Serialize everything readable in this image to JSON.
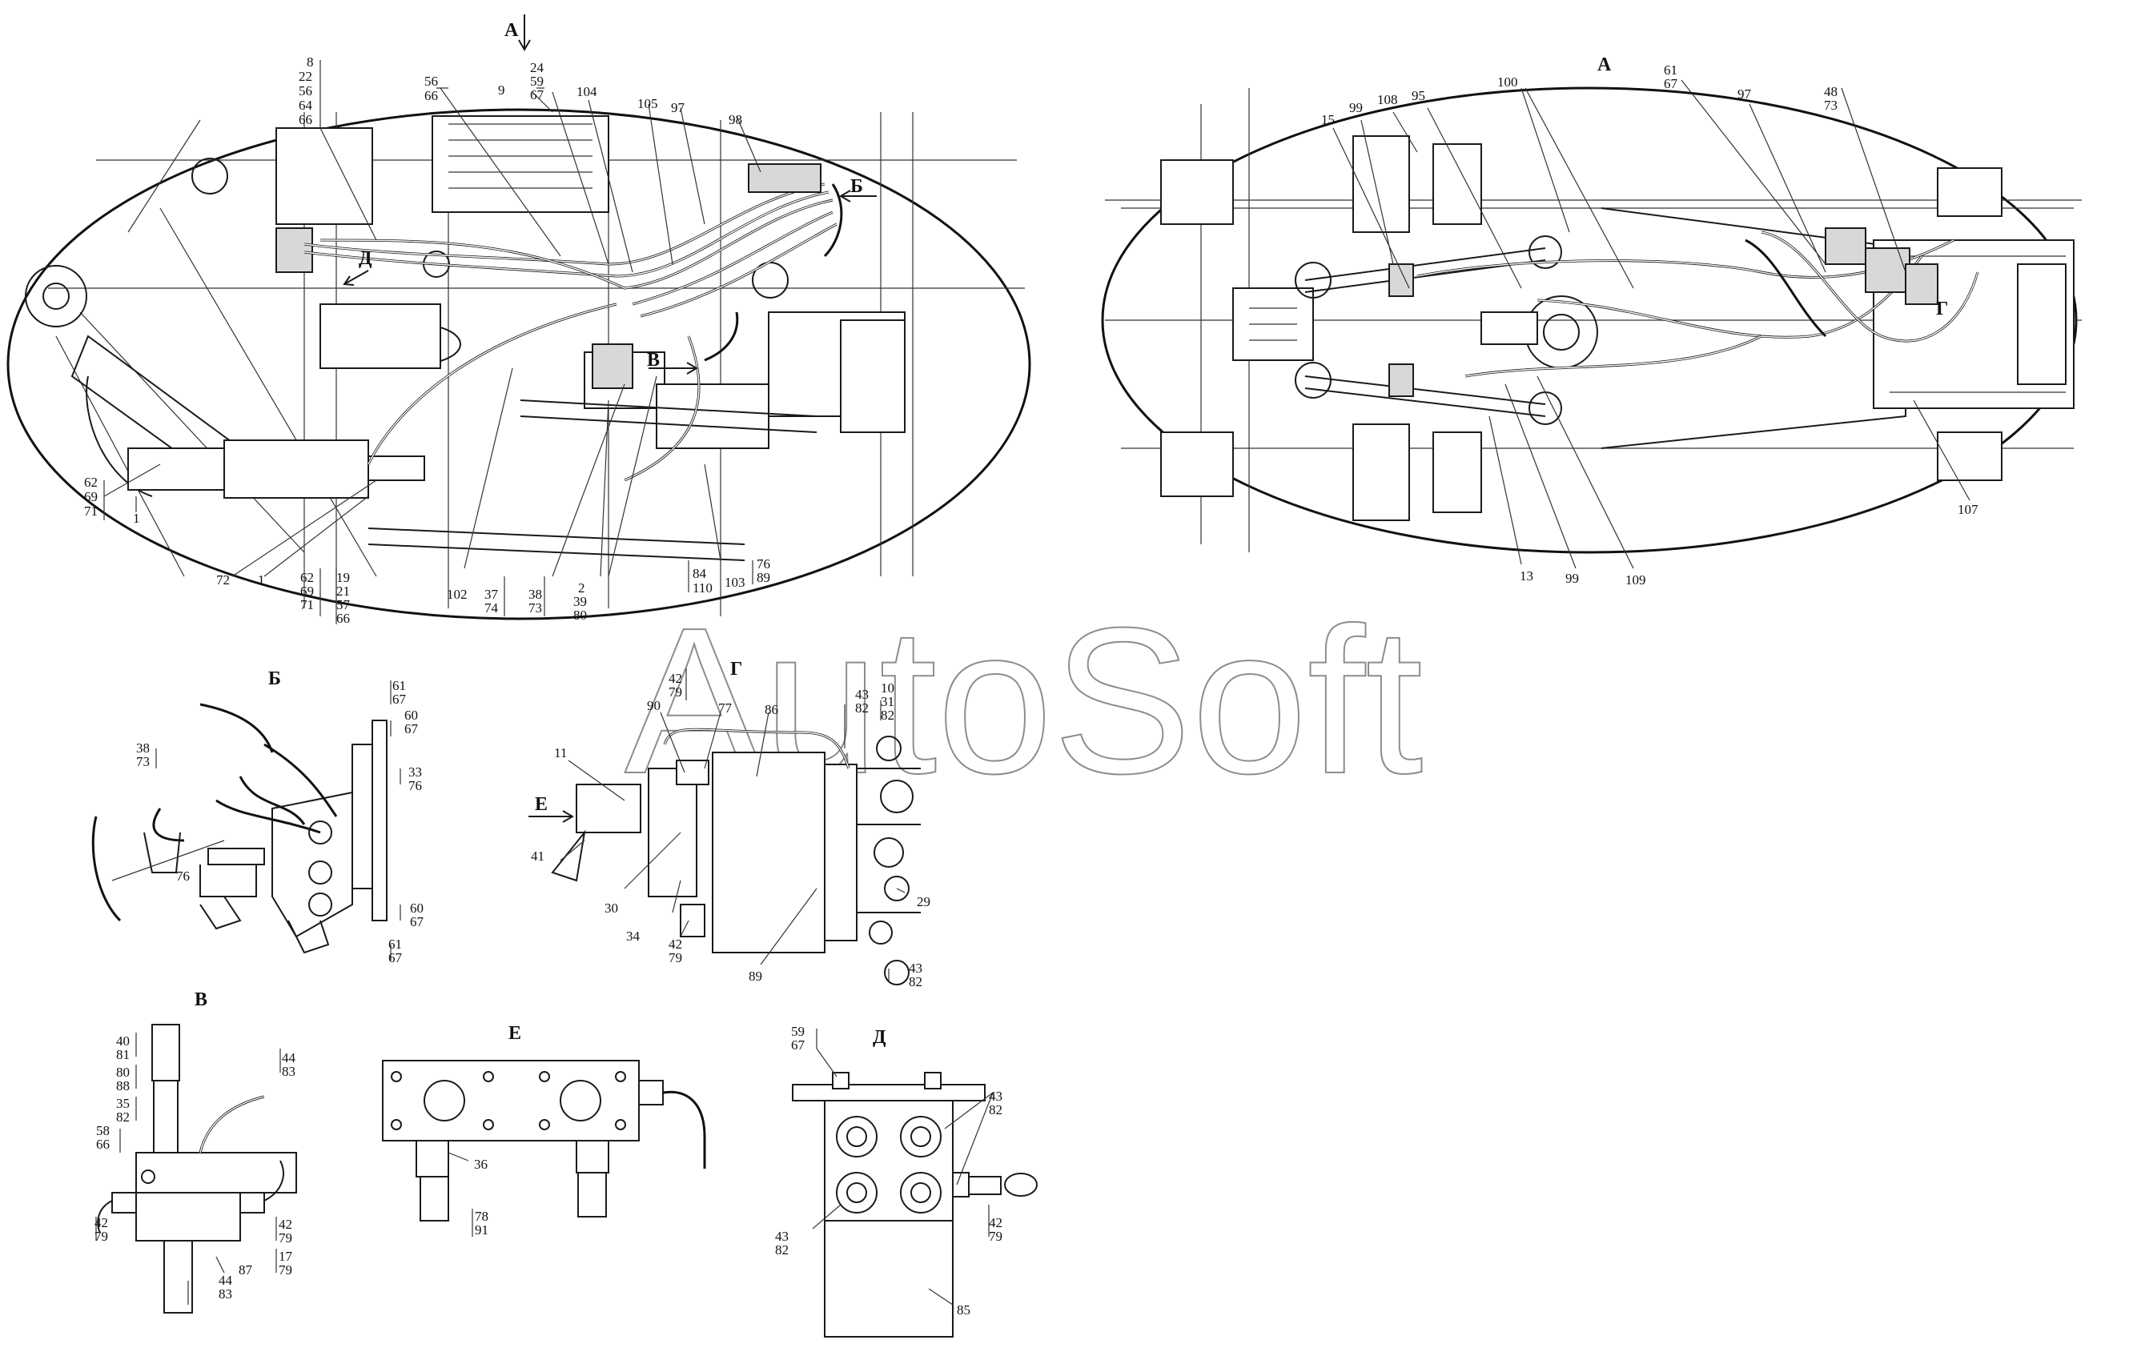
{
  "watermark": "AutoSoft",
  "views": {
    "a_arrow": "А",
    "a_view": "А",
    "b": "Б",
    "b_arrow": "Б",
    "v": "В",
    "v_arrow": "В",
    "g": "Г",
    "g_top": "Г",
    "d": "Д",
    "d_arrow": "Д",
    "e": "Е",
    "e_arrow": "Е"
  },
  "callouts": {
    "left_top": [
      [
        "8",
        "22",
        "56",
        "64",
        "66"
      ],
      [
        "56",
        "66"
      ],
      [
        "9"
      ],
      [
        "24",
        "59",
        "67"
      ],
      [
        "104"
      ],
      [
        "105"
      ],
      [
        "97"
      ],
      [
        "98"
      ]
    ],
    "left_bottom": [
      [
        "62",
        "69",
        "71"
      ],
      [
        "1"
      ],
      [
        "72"
      ],
      [
        "1"
      ],
      [
        "62",
        "69",
        "71"
      ],
      [
        "19",
        "21",
        "57",
        "66"
      ],
      [
        "102"
      ],
      [
        "37",
        "74"
      ],
      [
        "38",
        "73"
      ],
      [
        "2",
        "39",
        "80"
      ],
      [
        "84",
        "110"
      ],
      [
        "103"
      ],
      [
        "76",
        "89"
      ]
    ],
    "right_top": [
      [
        "15"
      ],
      [
        "99"
      ],
      [
        "108"
      ],
      [
        "95"
      ],
      [
        "100"
      ],
      [
        "61",
        "67"
      ],
      [
        "97"
      ],
      [
        "48",
        "73"
      ]
    ],
    "right_bottom": [
      [
        "13"
      ],
      [
        "99"
      ],
      [
        "109"
      ],
      [
        "107"
      ]
    ],
    "view_b": [
      [
        "61",
        "67"
      ],
      [
        "60",
        "67"
      ],
      [
        "38",
        "73"
      ],
      [
        "33",
        "76"
      ],
      [
        "76"
      ],
      [
        "60",
        "67"
      ],
      [
        "61",
        "67"
      ]
    ],
    "view_g": [
      [
        "42",
        "79"
      ],
      [
        "90"
      ],
      [
        "77"
      ],
      [
        "86"
      ],
      [
        "43",
        "82"
      ],
      [
        "10",
        "31",
        "82"
      ],
      [
        "11"
      ],
      [
        "41"
      ],
      [
        "30"
      ],
      [
        "34"
      ],
      [
        "42",
        "79"
      ],
      [
        "89"
      ],
      [
        "29"
      ],
      [
        "43",
        "82"
      ]
    ],
    "view_v": [
      [
        "40",
        "81"
      ],
      [
        "80",
        "88"
      ],
      [
        "35",
        "82"
      ],
      [
        "44",
        "83"
      ],
      [
        "58",
        "66"
      ],
      [
        "42",
        "79"
      ],
      [
        "42",
        "79"
      ],
      [
        "17",
        "79"
      ],
      [
        "87"
      ],
      [
        "44",
        "83"
      ]
    ],
    "view_e": [
      [
        "36"
      ],
      [
        "78",
        "91"
      ]
    ],
    "view_d": [
      [
        "59",
        "67"
      ],
      [
        "43",
        "82"
      ],
      [
        "43",
        "82"
      ],
      [
        "42",
        "79"
      ],
      [
        "85"
      ]
    ]
  }
}
